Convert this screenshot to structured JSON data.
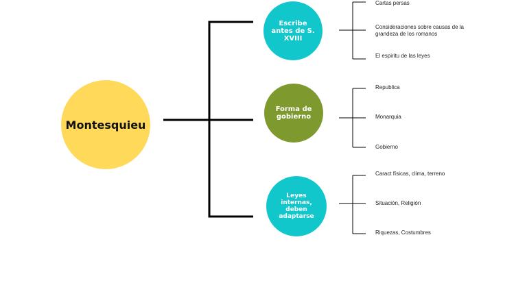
{
  "central": {
    "label": "Montesquieu",
    "color": "#FFD959"
  },
  "branches": [
    {
      "label": "Escribe antes de S. XVIII",
      "color": "#12C7CC",
      "items": [
        "Cartas persas",
        "Consideraciones sobre causas de la grandeza de los romanos",
        "El espiritu de las leyes"
      ]
    },
    {
      "label": "Forma de gobierno",
      "color": "#7E9A2F",
      "items": [
        "Republica",
        "Monarquia",
        "Gobierno"
      ]
    },
    {
      "label": "Leyes internas, deben adaptarse",
      "color": "#12C7CC",
      "items": [
        "Caract físicas, clima, terreno",
        "Situación, Religión",
        "Riquezas, Costumbres"
      ]
    }
  ]
}
